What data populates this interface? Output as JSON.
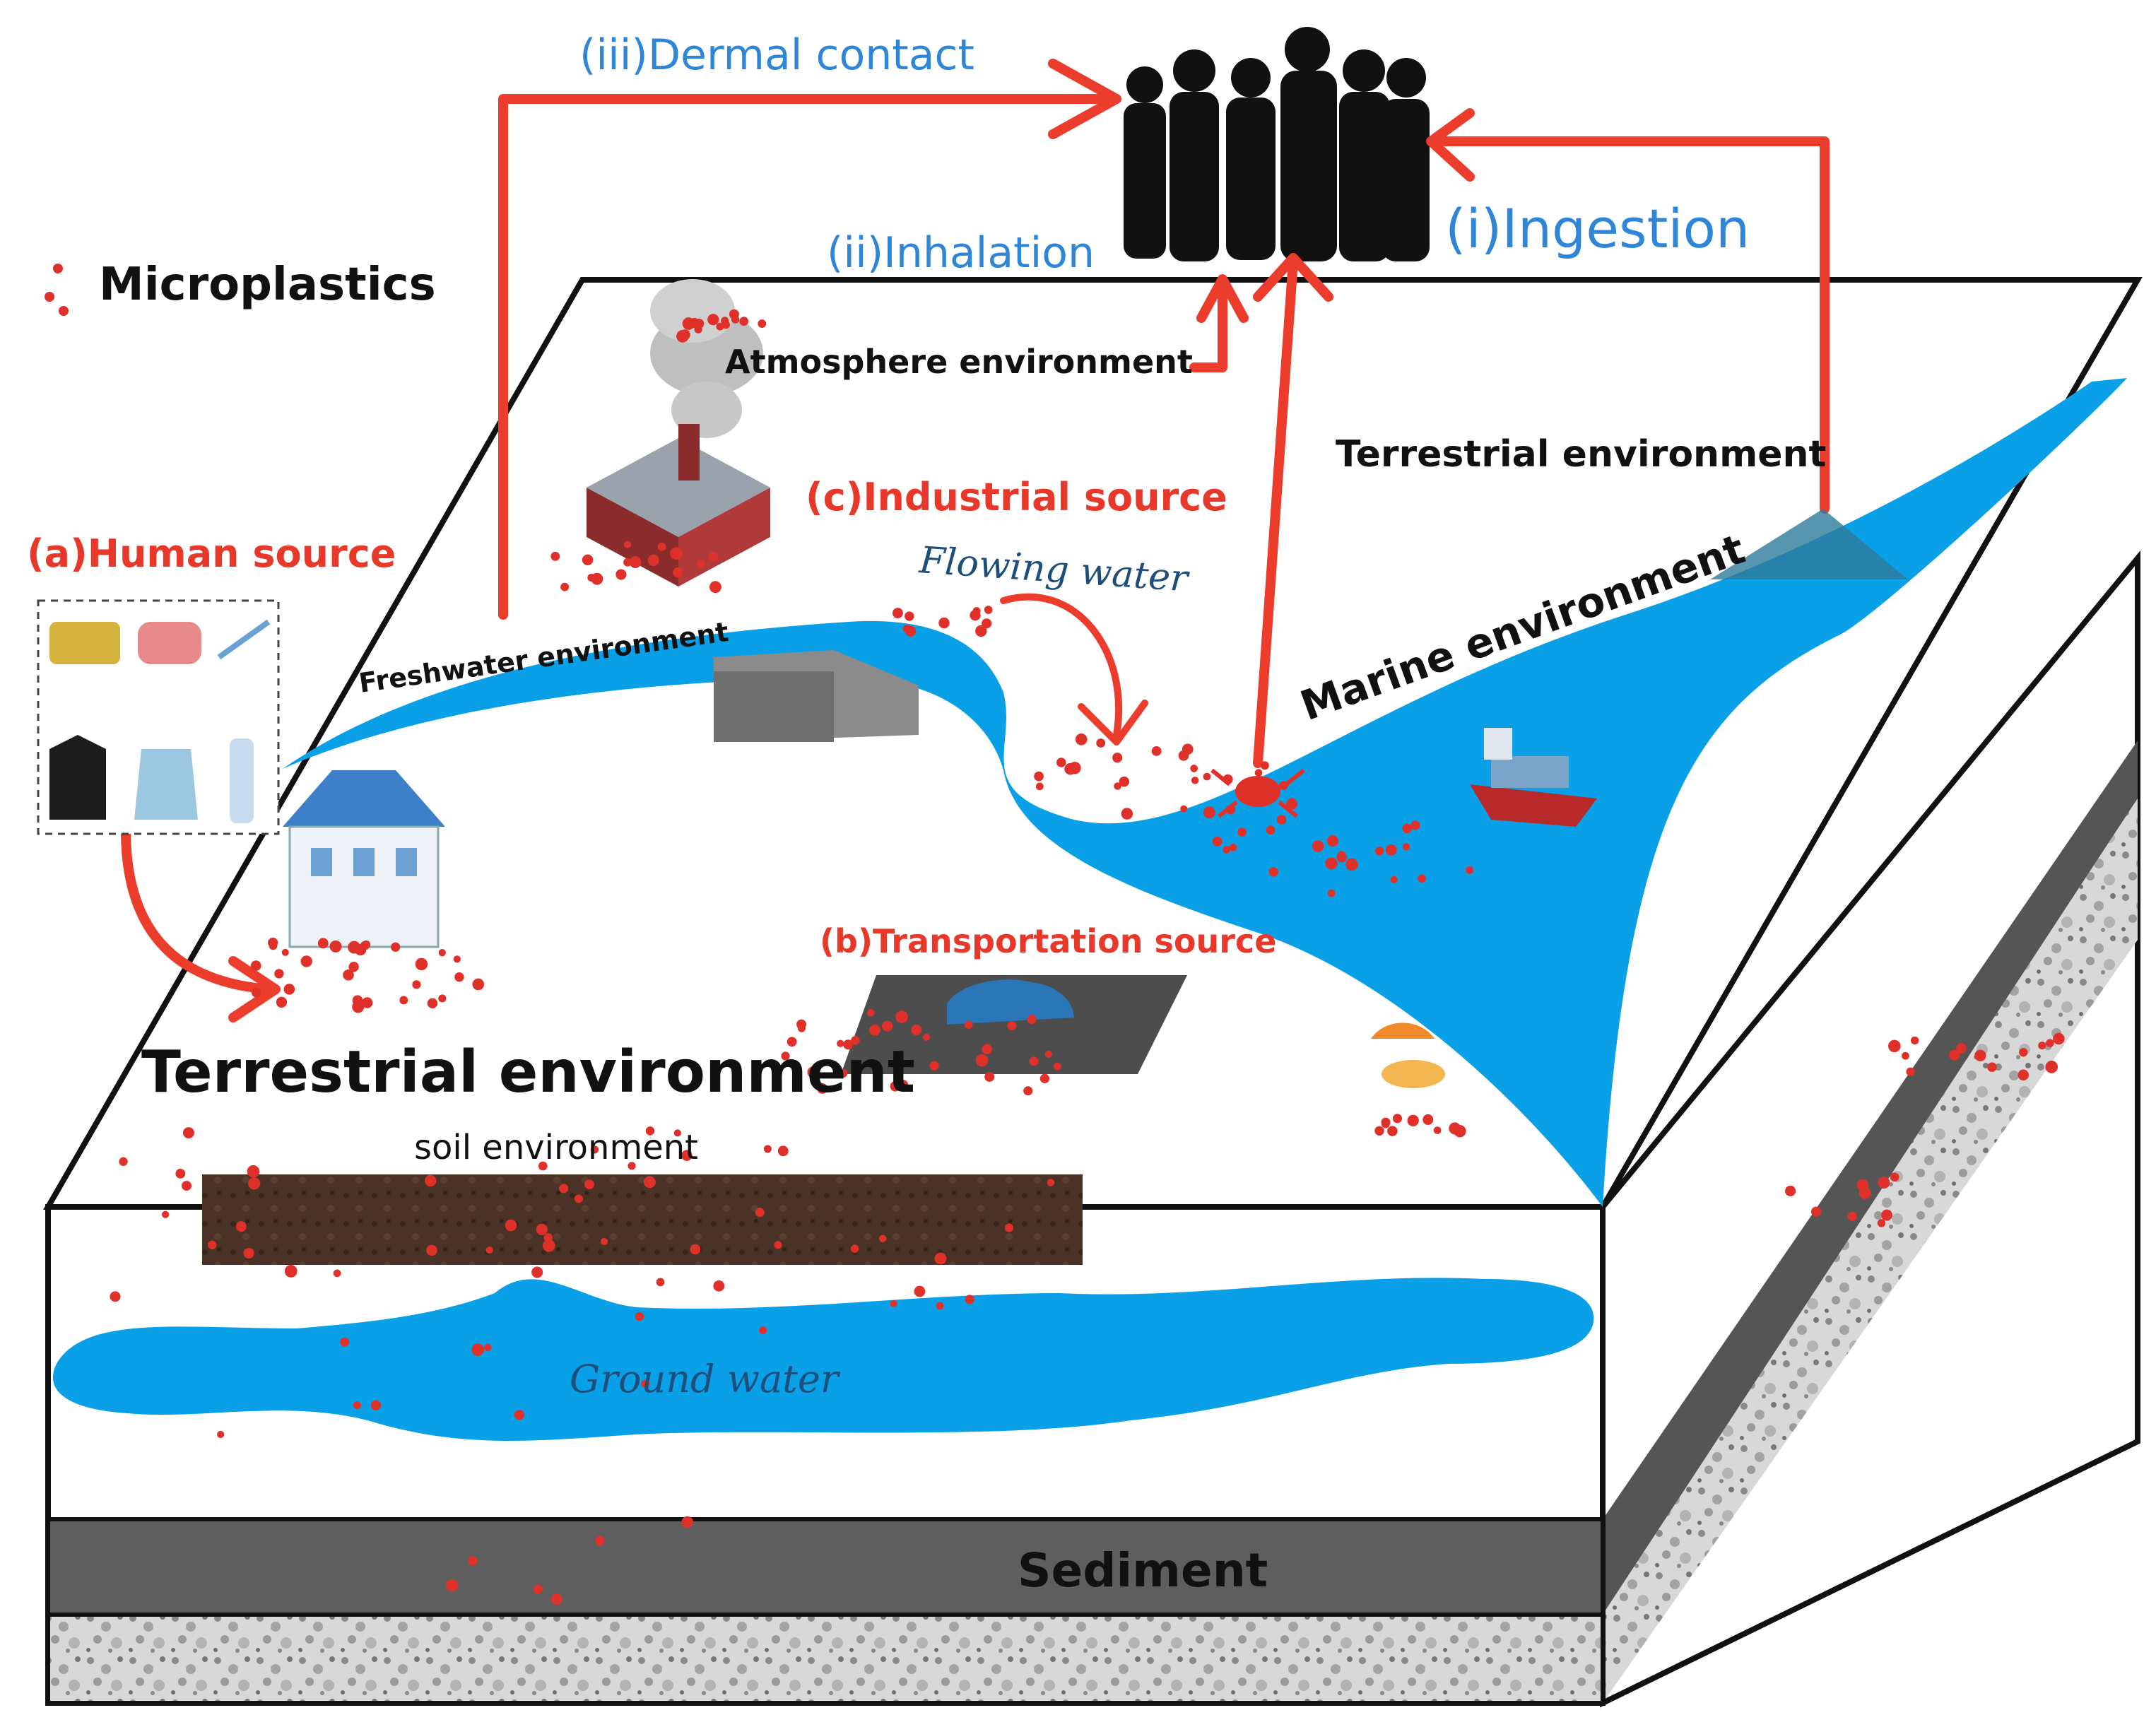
{
  "legend": {
    "label": "Microplastics"
  },
  "exposure": {
    "ingestion": "(i)Ingestion",
    "inhalation": "(ii)Inhalation",
    "dermal": "(iii)Dermal contact"
  },
  "sources": {
    "human": "(a)Human source",
    "transportation": "(b)Transportation source",
    "industrial": "(c)Industrial source"
  },
  "environments": {
    "atmosphere": "Atmosphere environment",
    "terrestrial_top": "Terrestrial environment",
    "terrestrial_main": "Terrestrial environment",
    "freshwater": "Freshwater environment",
    "marine": "Marine environment",
    "soil": "soil environment",
    "flowing_water": "Flowing water",
    "ground_water": "Ground water",
    "sediment": "Sediment"
  },
  "colors": {
    "water": "#0aa0e8",
    "arrow": "#ec3c2c",
    "exposure_text": "#2f86d6",
    "source_text": "#e8382a",
    "particle": "#e0302a",
    "sediment": "#5e5e5e",
    "soil": "#4a3226",
    "silhouette": "#111111"
  }
}
